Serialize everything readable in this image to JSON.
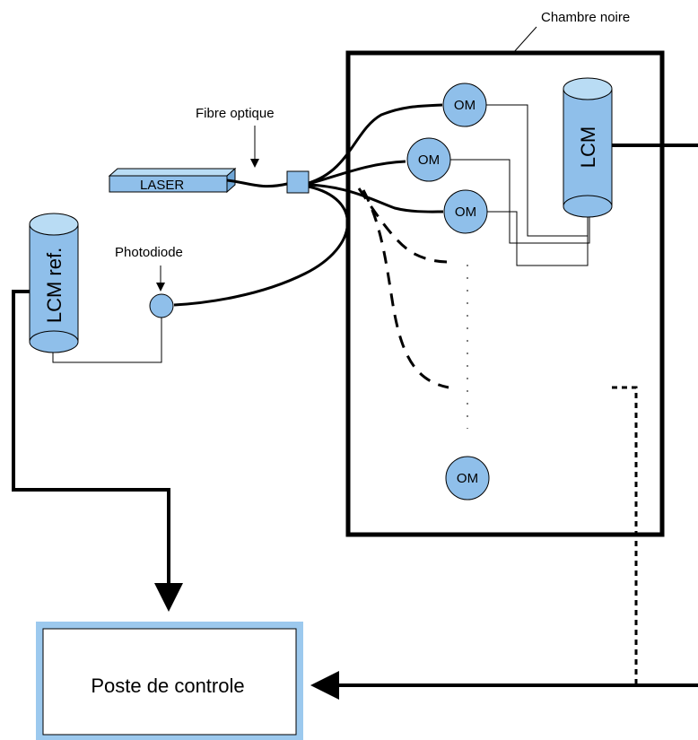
{
  "labels": {
    "chamber": "Chambre noire",
    "fibre": "Fibre optique",
    "laser": "LASER",
    "photodiode": "Photodiode",
    "lcm_ref": "LCM ref.",
    "lcm": "LCM",
    "om": "OM",
    "control": "Poste de controle"
  },
  "colors": {
    "component_fill": "#8fbfea",
    "component_top": "#b9dcf4",
    "control_border": "#9cc9ee",
    "line": "#000000"
  }
}
